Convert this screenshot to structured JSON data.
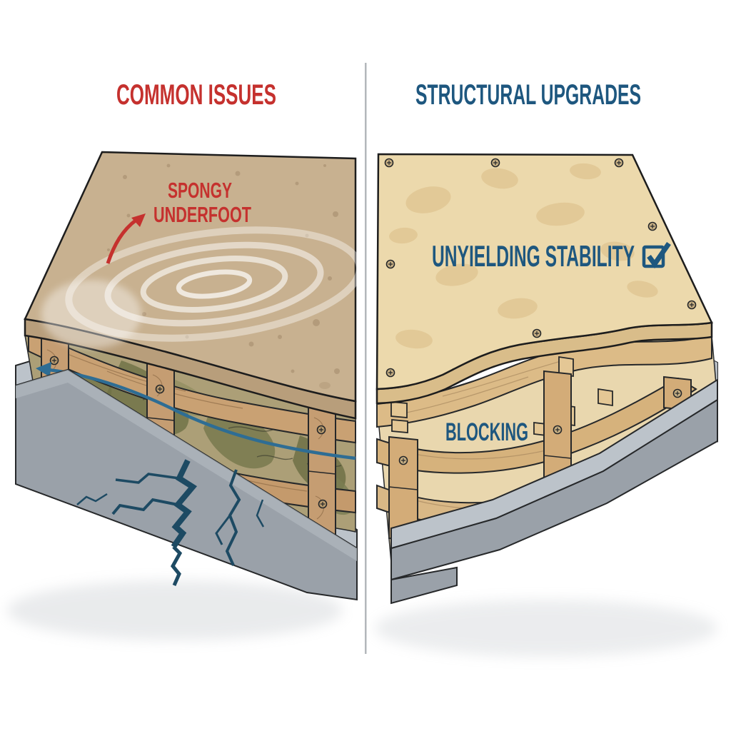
{
  "comparison": {
    "left": {
      "title": "COMMON ISSUES",
      "labels": {
        "issue_line1": "SPONGY",
        "issue_line2": "UNDERFOOT"
      }
    },
    "right": {
      "title": "STRUCTURAL UPGRADES",
      "labels": {
        "benefit": "UNYIELDING STABILITY",
        "feature": "BLOCKING"
      },
      "checkbox_state": "checked"
    }
  },
  "icons": {
    "bounce_arrow": "curved-red-arrow",
    "moisture_arrow": "blue-moisture-arrow",
    "checkbox": "checked-checkbox"
  },
  "colors": {
    "accent_red": "#C5312E",
    "accent_blue": "#1E577F",
    "crack_blue": "#1D4A63",
    "moisture_blue": "#2E6D94",
    "osb_subfloor": "#C8B190",
    "plywood": "#ECD9AC",
    "wood_medium": "#C59D72",
    "wood_light": "#D9B886",
    "concrete": "#9AA1A9",
    "mold_green": "#75774B",
    "divider_gray": "#B3B7BB"
  }
}
